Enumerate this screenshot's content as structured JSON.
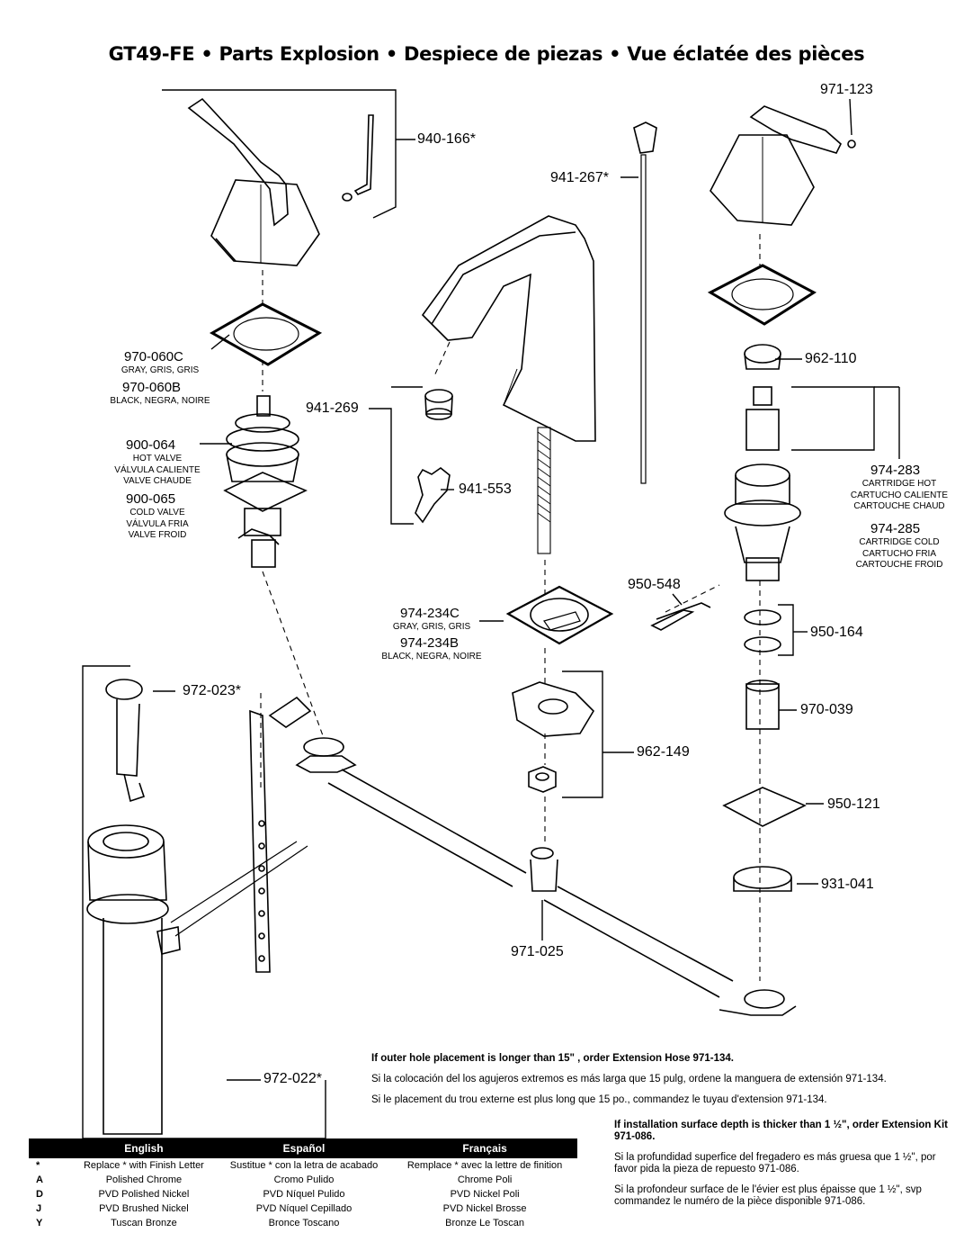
{
  "title": "GT49-FE • Parts Explosion • Despiece de piezas • Vue éclatée des pièces",
  "parts": {
    "p940_166": "940-166*",
    "p941_267": "941-267*",
    "p971_123": "971-123",
    "p970_060c": "970-060C",
    "p970_060c_sub": "GRAY, GRIS, GRIS",
    "p970_060b": "970-060B",
    "p970_060b_sub": "BLACK, NEGRA, NOIRE",
    "p941_269": "941-269",
    "p962_110": "962-110",
    "p900_064": "900-064",
    "p900_064_sub": [
      "HOT VALVE",
      "VÁLVULA CALIENTE",
      "VALVE CHAUDE"
    ],
    "p900_065": "900-065",
    "p900_065_sub": [
      "COLD VALVE",
      "VÁLVULA FRIA",
      "VALVE FROID"
    ],
    "p941_553": "941-553",
    "p974_283": "974-283",
    "p974_283_sub": [
      "CARTRIDGE HOT",
      "CARTUCHO CALIENTE",
      "CARTOUCHE CHAUD"
    ],
    "p974_285": "974-285",
    "p974_285_sub": [
      "CARTRIDGE COLD",
      "CARTUCHO FRIA",
      "CARTOUCHE FROID"
    ],
    "p950_548": "950-548",
    "p974_234c": "974-234C",
    "p974_234c_sub": "GRAY, GRIS, GRIS",
    "p974_234b": "974-234B",
    "p974_234b_sub": "BLACK, NEGRA, NOIRE",
    "p950_164": "950-164",
    "p972_023": "972-023*",
    "p970_039": "970-039",
    "p962_149": "962-149",
    "p950_121": "950-121",
    "p931_041": "931-041",
    "p971_025": "971-025",
    "p972_022": "972-022*"
  },
  "notes": {
    "extension_hose": [
      "If outer hole placement is longer than 15\" , order Extension Hose  971-134.",
      "Si la colocación del los agujeros extremos es más larga que 15 pulg, ordene la manguera de extensión 971-134.",
      "Si le placement du trou externe est plus long que 15 po., commandez le tuyau d'extension 971-134."
    ],
    "extension_kit": [
      "If installation surface depth is thicker than 1 ½\", order Extension Kit 971-086.",
      "Si la profundidad superfice del fregadero es más gruesa que 1 ½\", por favor pida la pieza de repuesto 971-086.",
      "Si la profondeur surface de le l'évier est plus épaisse que 1 ½\", svp commandez le numéro de la pièce disponible 971-086."
    ]
  },
  "legend": {
    "headers": [
      "English",
      "Español",
      "Français"
    ],
    "rows": [
      {
        "key": "*",
        "en": "Replace * with Finish Letter",
        "es": "Sustitue * con la letra de acabado",
        "fr": "Remplace * avec la lettre de finition"
      },
      {
        "key": "A",
        "en": "Polished Chrome",
        "es": "Cromo Pulido",
        "fr": "Chrome Poli"
      },
      {
        "key": "D",
        "en": "PVD Polished Nickel",
        "es": "PVD Níquel Pulido",
        "fr": "PVD Nickel Poli"
      },
      {
        "key": "J",
        "en": "PVD Brushed Nickel",
        "es": "PVD Níquel Cepillado",
        "fr": "PVD Nickel Brosse"
      },
      {
        "key": "Y",
        "en": "Tuscan Bronze",
        "es": "Bronce Toscano",
        "fr": "Bronze Le Toscan"
      }
    ]
  }
}
